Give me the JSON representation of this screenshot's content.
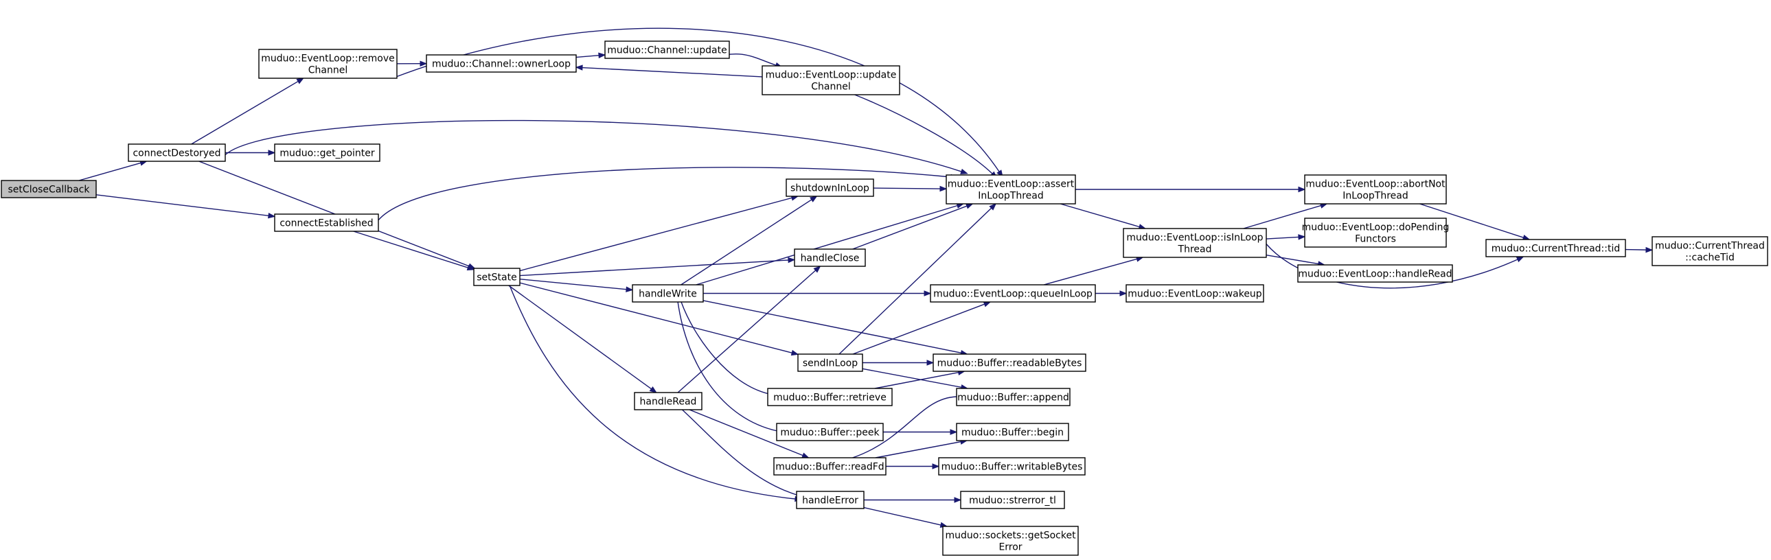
{
  "diagram": {
    "type": "call-graph",
    "edge_color": "#191970",
    "root_fill": "#bfbfbf",
    "nodes": [
      {
        "id": "setCloseCallback",
        "lines": [
          "setCloseCallback"
        ],
        "root": true
      },
      {
        "id": "connectDestoryed",
        "lines": [
          "connectDestoryed"
        ]
      },
      {
        "id": "connectEstablished",
        "lines": [
          "connectEstablished"
        ]
      },
      {
        "id": "removeChannel",
        "lines": [
          "muduo::EventLoop::remove",
          "Channel"
        ]
      },
      {
        "id": "get_pointer",
        "lines": [
          "muduo::get_pointer"
        ]
      },
      {
        "id": "ownerLoop",
        "lines": [
          "muduo::Channel::ownerLoop"
        ]
      },
      {
        "id": "channelUpdate",
        "lines": [
          "muduo::Channel::update"
        ]
      },
      {
        "id": "updateChannel",
        "lines": [
          "muduo::EventLoop::update",
          "Channel"
        ]
      },
      {
        "id": "assertInLoop",
        "lines": [
          "muduo::EventLoop::assert",
          "InLoopThread"
        ]
      },
      {
        "id": "setState",
        "lines": [
          "setState"
        ]
      },
      {
        "id": "shutdownInLoop",
        "lines": [
          "shutdownInLoop"
        ]
      },
      {
        "id": "handleClose",
        "lines": [
          "handleClose"
        ]
      },
      {
        "id": "handleWrite",
        "lines": [
          "handleWrite"
        ]
      },
      {
        "id": "sendInLoop",
        "lines": [
          "sendInLoop"
        ]
      },
      {
        "id": "handleRead",
        "lines": [
          "handleRead"
        ]
      },
      {
        "id": "retrieve",
        "lines": [
          "muduo::Buffer::retrieve"
        ]
      },
      {
        "id": "peek",
        "lines": [
          "muduo::Buffer::peek"
        ]
      },
      {
        "id": "readFd",
        "lines": [
          "muduo::Buffer::readFd"
        ]
      },
      {
        "id": "handleError",
        "lines": [
          "handleError"
        ]
      },
      {
        "id": "queueInLoop",
        "lines": [
          "muduo::EventLoop::queueInLoop"
        ]
      },
      {
        "id": "readableBytes",
        "lines": [
          "muduo::Buffer::readableBytes"
        ]
      },
      {
        "id": "append",
        "lines": [
          "muduo::Buffer::append"
        ]
      },
      {
        "id": "begin",
        "lines": [
          "muduo::Buffer::begin"
        ]
      },
      {
        "id": "writableBytes",
        "lines": [
          "muduo::Buffer::writableBytes"
        ]
      },
      {
        "id": "strerror_tl",
        "lines": [
          "muduo::strerror_tl"
        ]
      },
      {
        "id": "getSocketError",
        "lines": [
          "muduo::sockets::getSocket",
          "Error"
        ]
      },
      {
        "id": "isInLoopThread",
        "lines": [
          "muduo::EventLoop::isInLoop",
          "Thread"
        ]
      },
      {
        "id": "wakeup",
        "lines": [
          "muduo::EventLoop::wakeup"
        ]
      },
      {
        "id": "abortNotInLoop",
        "lines": [
          "muduo::EventLoop::abortNot",
          "InLoopThread"
        ]
      },
      {
        "id": "doPendingFunctors",
        "lines": [
          "muduo::EventLoop::doPending",
          "Functors"
        ]
      },
      {
        "id": "elHandleRead",
        "lines": [
          "muduo::EventLoop::handleRead"
        ]
      },
      {
        "id": "tid",
        "lines": [
          "muduo::CurrentThread::tid"
        ]
      },
      {
        "id": "cacheTid",
        "lines": [
          "muduo::CurrentThread",
          "::cacheTid"
        ]
      }
    ],
    "edges": [
      [
        "setCloseCallback",
        "connectDestoryed"
      ],
      [
        "setCloseCallback",
        "connectEstablished"
      ],
      [
        "connectDestoryed",
        "removeChannel"
      ],
      [
        "connectDestoryed",
        "get_pointer"
      ],
      [
        "connectDestoryed",
        "assertInLoop"
      ],
      [
        "connectDestoryed",
        "setState"
      ],
      [
        "connectEstablished",
        "assertInLoop"
      ],
      [
        "connectEstablished",
        "setState"
      ],
      [
        "removeChannel",
        "ownerLoop"
      ],
      [
        "removeChannel",
        "assertInLoop"
      ],
      [
        "ownerLoop",
        "channelUpdate"
      ],
      [
        "channelUpdate",
        "updateChannel"
      ],
      [
        "updateChannel",
        "ownerLoop"
      ],
      [
        "updateChannel",
        "assertInLoop"
      ],
      [
        "assertInLoop",
        "isInLoopThread"
      ],
      [
        "assertInLoop",
        "abortNotInLoop"
      ],
      [
        "setState",
        "shutdownInLoop"
      ],
      [
        "setState",
        "handleClose"
      ],
      [
        "setState",
        "handleWrite"
      ],
      [
        "setState",
        "sendInLoop"
      ],
      [
        "setState",
        "handleRead"
      ],
      [
        "setState",
        "handleError"
      ],
      [
        "shutdownInLoop",
        "assertInLoop"
      ],
      [
        "handleClose",
        "assertInLoop"
      ],
      [
        "handleWrite",
        "assertInLoop"
      ],
      [
        "handleWrite",
        "shutdownInLoop"
      ],
      [
        "handleWrite",
        "queueInLoop"
      ],
      [
        "handleWrite",
        "readableBytes"
      ],
      [
        "handleWrite",
        "retrieve"
      ],
      [
        "handleWrite",
        "peek"
      ],
      [
        "sendInLoop",
        "assertInLoop"
      ],
      [
        "sendInLoop",
        "queueInLoop"
      ],
      [
        "sendInLoop",
        "readableBytes"
      ],
      [
        "sendInLoop",
        "append"
      ],
      [
        "handleRead",
        "handleClose"
      ],
      [
        "handleRead",
        "readFd"
      ],
      [
        "handleRead",
        "handleError"
      ],
      [
        "retrieve",
        "readableBytes"
      ],
      [
        "peek",
        "begin"
      ],
      [
        "readFd",
        "append"
      ],
      [
        "readFd",
        "begin"
      ],
      [
        "readFd",
        "writableBytes"
      ],
      [
        "handleError",
        "strerror_tl"
      ],
      [
        "handleError",
        "getSocketError"
      ],
      [
        "queueInLoop",
        "isInLoopThread"
      ],
      [
        "queueInLoop",
        "wakeup"
      ],
      [
        "isInLoopThread",
        "abortNotInLoop"
      ],
      [
        "isInLoopThread",
        "doPendingFunctors"
      ],
      [
        "isInLoopThread",
        "elHandleRead"
      ],
      [
        "isInLoopThread",
        "tid"
      ],
      [
        "abortNotInLoop",
        "tid"
      ],
      [
        "tid",
        "cacheTid"
      ]
    ]
  }
}
